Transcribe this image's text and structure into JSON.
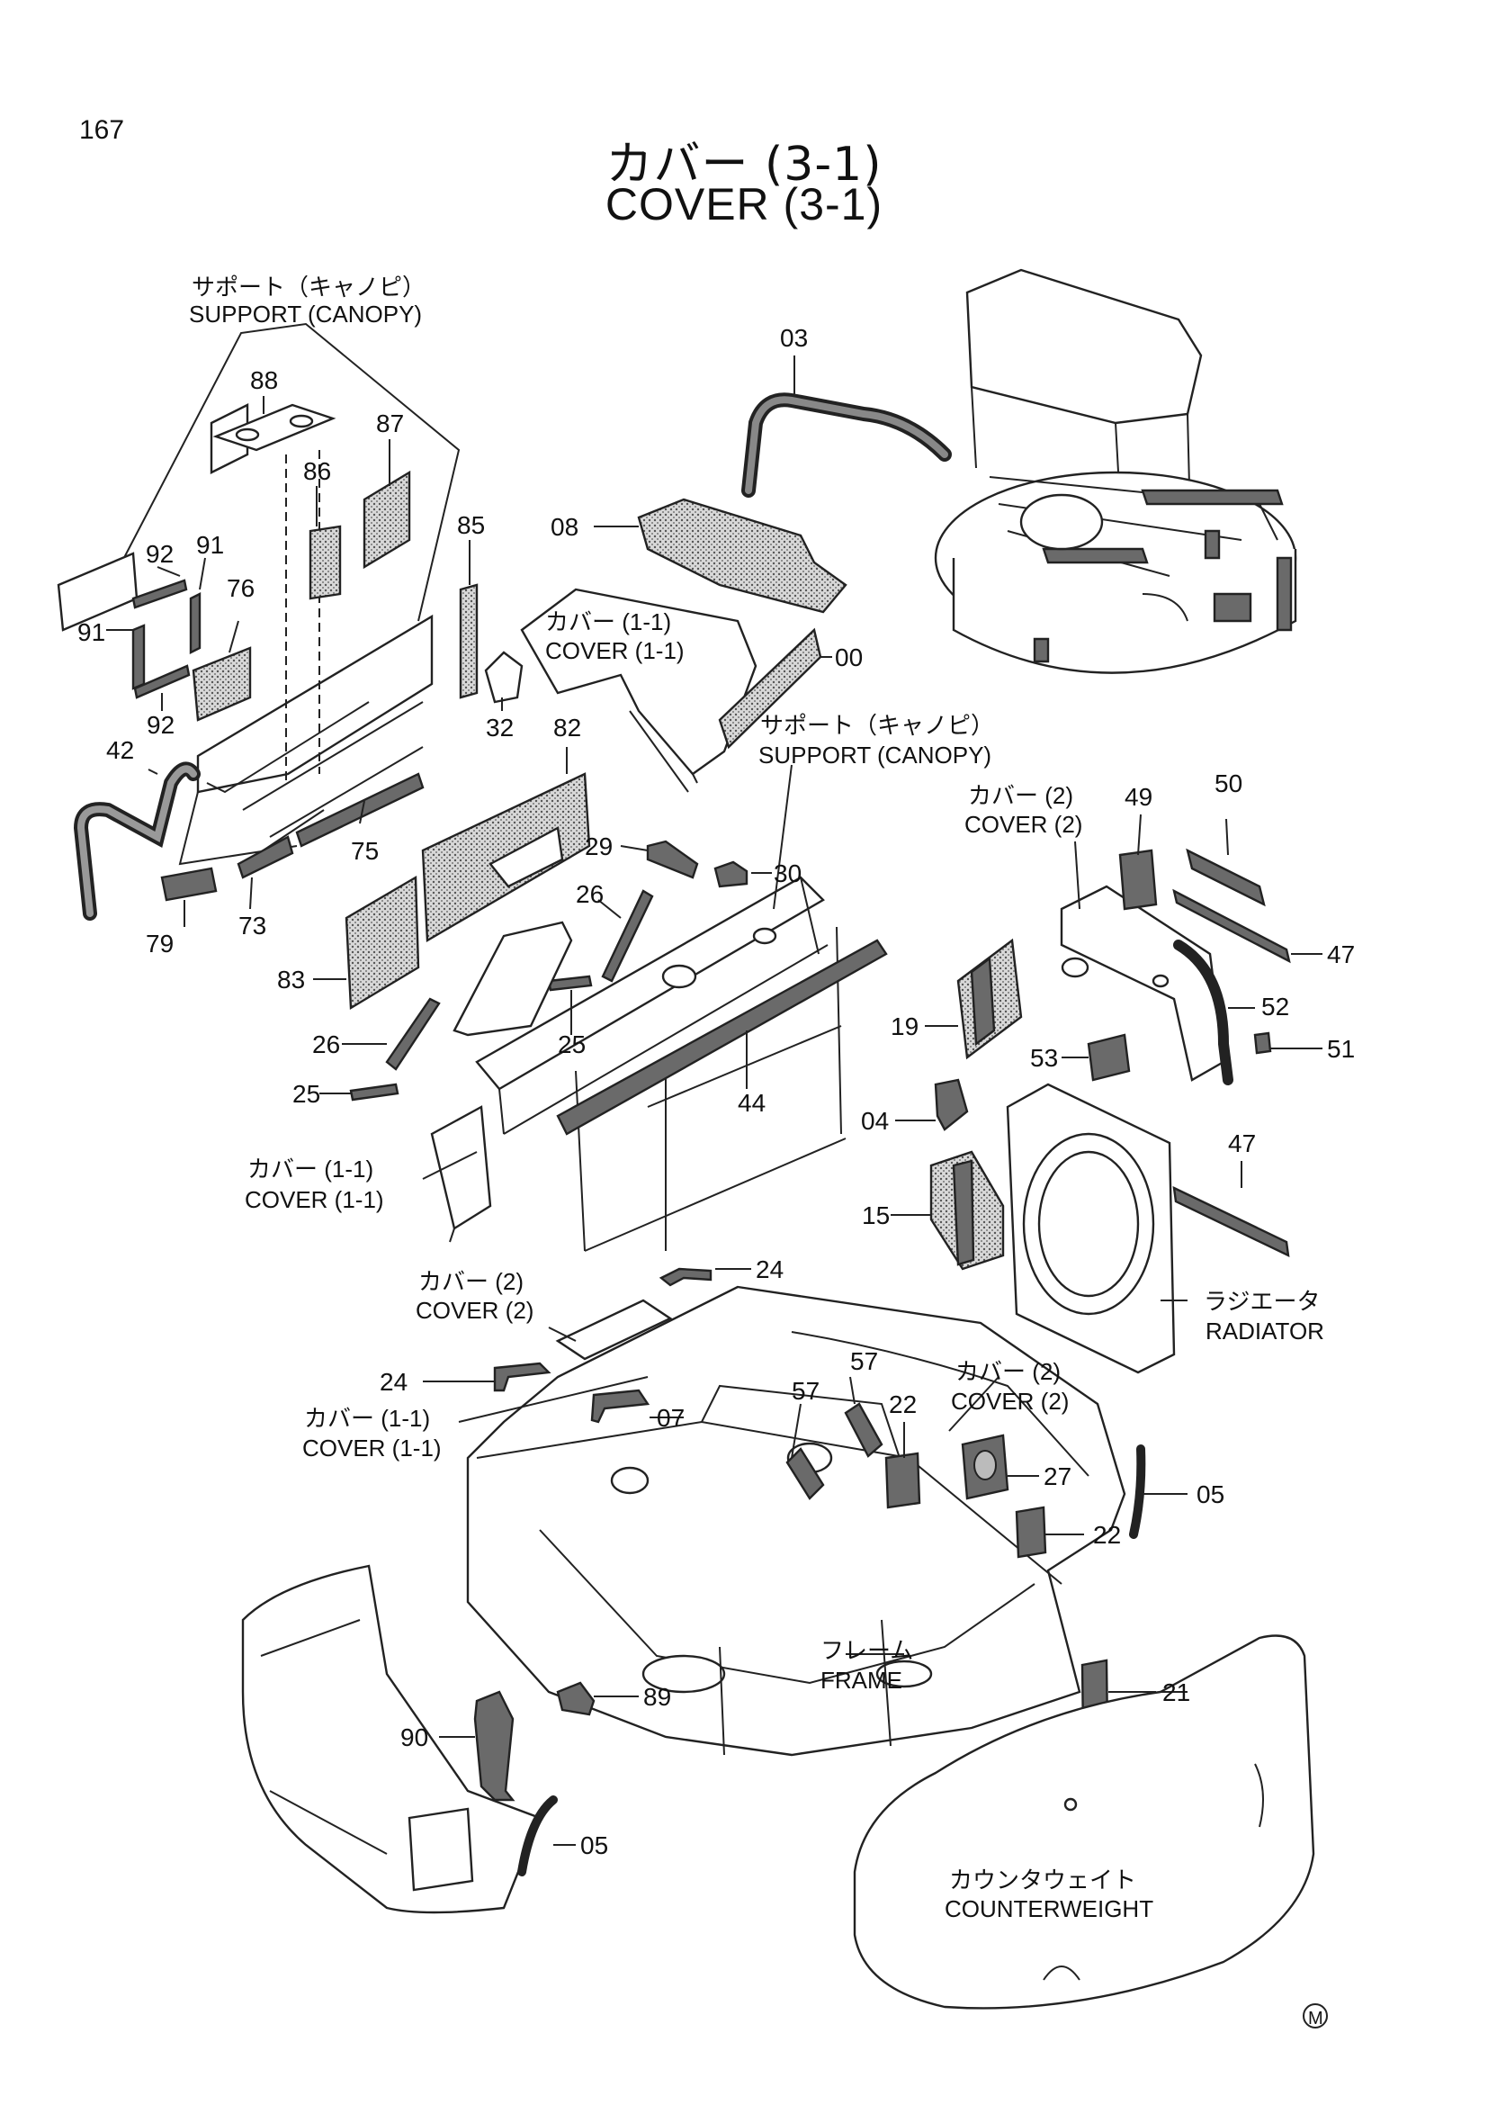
{
  "page_number": "167",
  "title_jp": "カバー (3-1)",
  "title_en": "COVER (3-1)",
  "callouts": {
    "support_canopy_a": {
      "jp": "サポート（キャノピ）",
      "en": "SUPPORT (CANOPY)"
    },
    "support_canopy_b": {
      "jp": "サポート（キャノピ）",
      "en": "SUPPORT (CANOPY)"
    },
    "cover_1_1_a": {
      "jp": "カバー (1-1)",
      "en": "COVER (1-1)"
    },
    "cover_1_1_b": {
      "jp": "カバー (1-1)",
      "en": "COVER (1-1)"
    },
    "cover_1_1_c": {
      "jp": "カバー (1-1)",
      "en": "COVER (1-1)"
    },
    "cover_2_a": {
      "jp": "カバー (2)",
      "en": "COVER (2)"
    },
    "cover_2_b": {
      "jp": "カバー (2)",
      "en": "COVER (2)"
    },
    "cover_2_c": {
      "jp": "カバー (2)",
      "en": "COVER (2)"
    },
    "radiator": {
      "jp": "ラジエータ",
      "en": "RADIATOR"
    },
    "frame": {
      "jp": "フレーム",
      "en": "FRAME"
    },
    "counterweight": {
      "jp": "カウンタウェイト",
      "en": "COUNTERWEIGHT"
    }
  },
  "parts": {
    "p88": "88",
    "p87": "87",
    "p86": "86",
    "p85": "85",
    "p92a": "92",
    "p91a": "91",
    "p76": "76",
    "p91b": "91",
    "p92b": "92",
    "p42": "42",
    "p79": "79",
    "p73": "73",
    "p75": "75",
    "p83": "83",
    "p82": "82",
    "p32": "32",
    "p03": "03",
    "p08": "08",
    "p00": "00",
    "p29": "29",
    "p30": "30",
    "p26a": "26",
    "p25a": "25",
    "p26b": "26",
    "p25b": "25",
    "p44": "44",
    "p49": "49",
    "p50": "50",
    "p47a": "47",
    "p52": "52",
    "p19": "19",
    "p53": "53",
    "p51": "51",
    "p04": "04",
    "p47b": "47",
    "p15": "15",
    "p24a": "24",
    "p24b": "24",
    "p07": "07",
    "p57a": "57",
    "p57b": "57",
    "p22a": "22",
    "p27": "27",
    "p22b": "22",
    "p05a": "05",
    "p21": "21",
    "p89": "89",
    "p90": "90",
    "p05b": "05"
  },
  "mark": "M"
}
